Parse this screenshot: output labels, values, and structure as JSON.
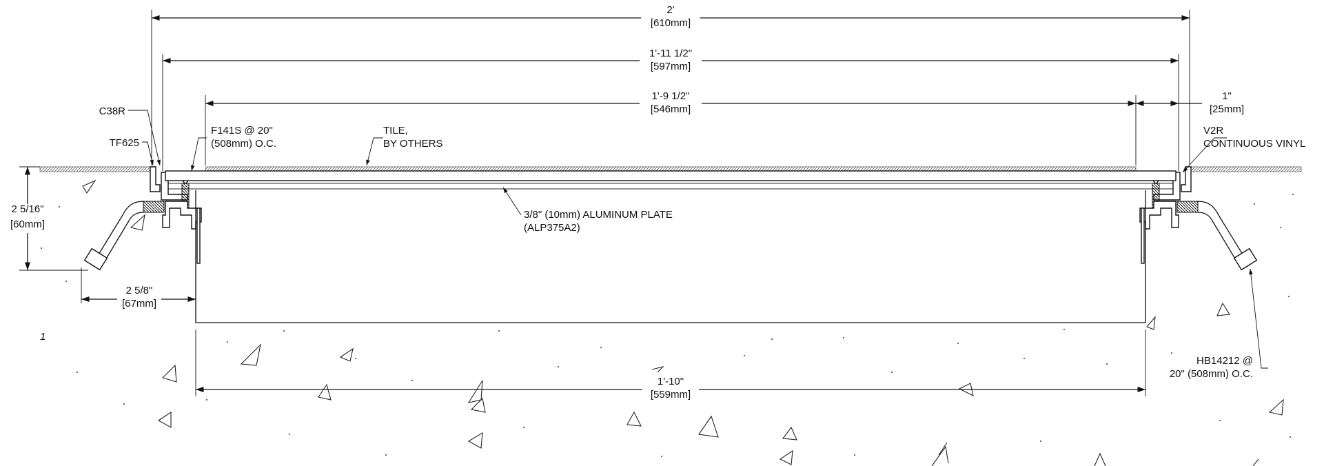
{
  "dimensions": {
    "overall": {
      "imperial": "2'",
      "metric": "[610mm]"
    },
    "frame_inside": {
      "imperial": "1'-11 1/2\"",
      "metric": "[597mm]"
    },
    "tile_opening": {
      "imperial": "1'-9 1/2\"",
      "metric": "[546mm]"
    },
    "flange": {
      "imperial": "1\"",
      "metric": "[25mm]"
    },
    "depth": {
      "imperial": "2 5/16\"",
      "metric": "[60mm]"
    },
    "anchor_offset": {
      "imperial": "2 5/8\"",
      "metric": "[67mm]"
    },
    "pan_width": {
      "imperial": "1'-10\"",
      "metric": "[559mm]"
    }
  },
  "labels": {
    "c38r": "C38R",
    "tf625": "TF625",
    "f141s_line1": "F141S @ 20\"",
    "f141s_line2": "(508mm) O.C.",
    "tile_line1": "TILE,",
    "tile_line2": "BY OTHERS",
    "v2r_line1": "V2R",
    "v2r_line2": "CONTINUOUS VINYL",
    "plate_line1": "3/8\" (10mm) ALUMINUM PLATE",
    "plate_line2": "(ALP375A2)",
    "hb_line1": "HB14212 @",
    "hb_line2": "20\" (508mm) O.C.",
    "stray_mark": "1"
  }
}
